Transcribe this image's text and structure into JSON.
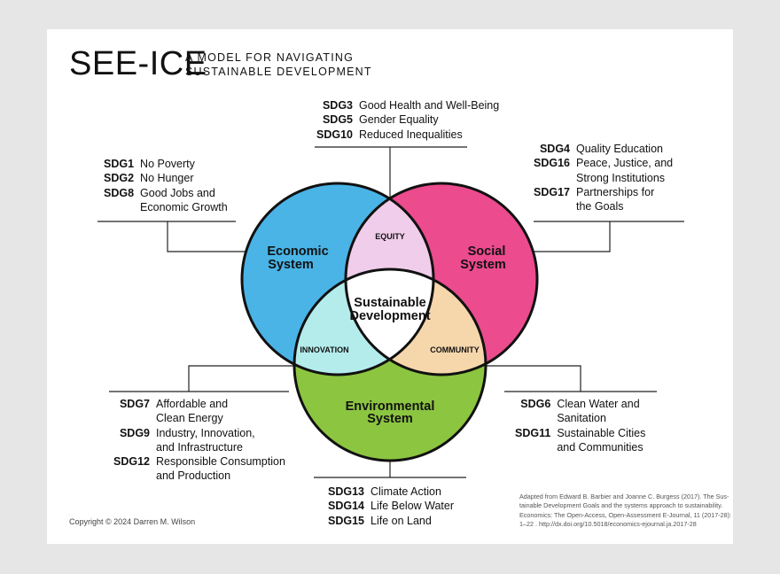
{
  "header": {
    "brand": "SEE-ICE",
    "subtitle_line1": "A MODEL FOR NAVIGATING",
    "subtitle_line2": "SUSTAINABLE DEVELOPMENT"
  },
  "diagram": {
    "economic_label": [
      "Economic",
      "System"
    ],
    "social_label": [
      "Social",
      "System"
    ],
    "environmental_label": [
      "Environmental",
      "System"
    ],
    "center_label": [
      "Sustainable",
      "Development"
    ],
    "equity": "EQUITY",
    "innovation": "INNOVATION",
    "community": "COMMUNITY",
    "colors": {
      "economic": "#4ab4e6",
      "social": "#ec4b8e",
      "environmental": "#8cc540",
      "equity": "#f0cdea",
      "innovation": "#b4ecec",
      "community": "#f6d6ab",
      "center": "#ffffff"
    }
  },
  "sdg_top": [
    {
      "code": "SDG3",
      "lines": [
        "Good Health and Well-Being"
      ]
    },
    {
      "code": "SDG5",
      "lines": [
        "Gender Equality"
      ]
    },
    {
      "code": "SDG10",
      "lines": [
        "Reduced Inequalities"
      ]
    }
  ],
  "sdg_left": [
    {
      "code": "SDG1",
      "lines": [
        "No Poverty"
      ]
    },
    {
      "code": "SDG2",
      "lines": [
        "No Hunger"
      ]
    },
    {
      "code": "SDG8",
      "lines": [
        "Good Jobs and",
        "Economic Growth"
      ]
    }
  ],
  "sdg_right": [
    {
      "code": "SDG4",
      "lines": [
        "Quality Education"
      ]
    },
    {
      "code": "SDG16",
      "lines": [
        "Peace, Justice, and",
        "Strong Institutions"
      ]
    },
    {
      "code": "SDG17",
      "lines": [
        "Partnerships for",
        "the Goals"
      ]
    }
  ],
  "sdg_bottom_left": [
    {
      "code": "SDG7",
      "lines": [
        "Affordable and",
        "Clean Energy"
      ]
    },
    {
      "code": "SDG9",
      "lines": [
        "Industry, Innovation,",
        "and Infrastructure"
      ]
    },
    {
      "code": "SDG12",
      "lines": [
        "Responsible Consumption",
        "and Production"
      ]
    }
  ],
  "sdg_bottom_right": [
    {
      "code": "SDG6",
      "lines": [
        "Clean Water and",
        "Sanitation"
      ]
    },
    {
      "code": "SDG11",
      "lines": [
        "Sustainable Cities",
        "and Communities"
      ]
    }
  ],
  "sdg_bottom": [
    {
      "code": "SDG13",
      "lines": [
        "Climate Action"
      ]
    },
    {
      "code": "SDG14",
      "lines": [
        "Life Below Water"
      ]
    },
    {
      "code": "SDG15",
      "lines": [
        "Life on Land"
      ]
    }
  ],
  "credit_lines": [
    "Adapted from Edward B. Barbier and Joanne C. Burgess (2017). The Sus-",
    "tainable Development Goals and the systems approach to sustainability.",
    "Economics: The Open-Access, Open-Assessment E-Journal, 11 (2017-28):",
    "1–22 . http://dx.doi.org/10.5018/economics-ejournal.ja.2017-28"
  ],
  "copyright": "Copyright © 2024 Darren M. Wilson"
}
